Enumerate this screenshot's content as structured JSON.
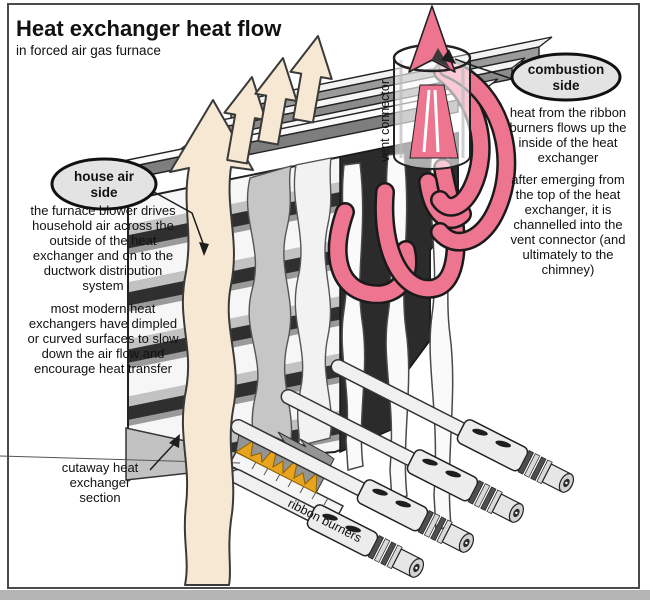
{
  "title": "Heat exchanger heat flow",
  "subtitle": "in forced air gas furnace",
  "badges": {
    "house_air": {
      "line1": "house air",
      "line2": "side"
    },
    "combustion": {
      "line1": "combustion",
      "line2": "side"
    }
  },
  "annotations": {
    "vent_connector": "vent connector",
    "ribbon_burners": "ribbon burners",
    "cutaway": {
      "line1": "cutaway heat",
      "line2": "exchanger",
      "line3": "section"
    }
  },
  "paragraphs": {
    "house_air_flow": [
      "the furnace blower drives",
      "household air across the",
      "outside of the heat",
      "exchanger and on to the",
      "ductwork distribution",
      "system"
    ],
    "heat_transfer": [
      "most modern heat",
      "exchangers have dimpled",
      "or curved surfaces to slow",
      "down the air flow and",
      "encourage heat transfer"
    ],
    "combustion_flow": [
      "heat from the ribbon",
      "burners flows up the",
      "inside of the heat",
      "exchanger"
    ],
    "vent_path": [
      "after emerging from",
      "the top of the heat",
      "exchanger, it is",
      "channelled into the",
      "vent connector (and",
      "ultimately to the",
      "chimney)"
    ]
  },
  "colors": {
    "house_air_arrow": "#f6e8d2",
    "combustion_flow": "#ee7590",
    "flame": "#e9a41f",
    "metal_light": "#f5f5f5",
    "metal_dark": "#2e2e2e",
    "badge_fill": "#e3e3e3",
    "frame": "#4a4a4a"
  }
}
